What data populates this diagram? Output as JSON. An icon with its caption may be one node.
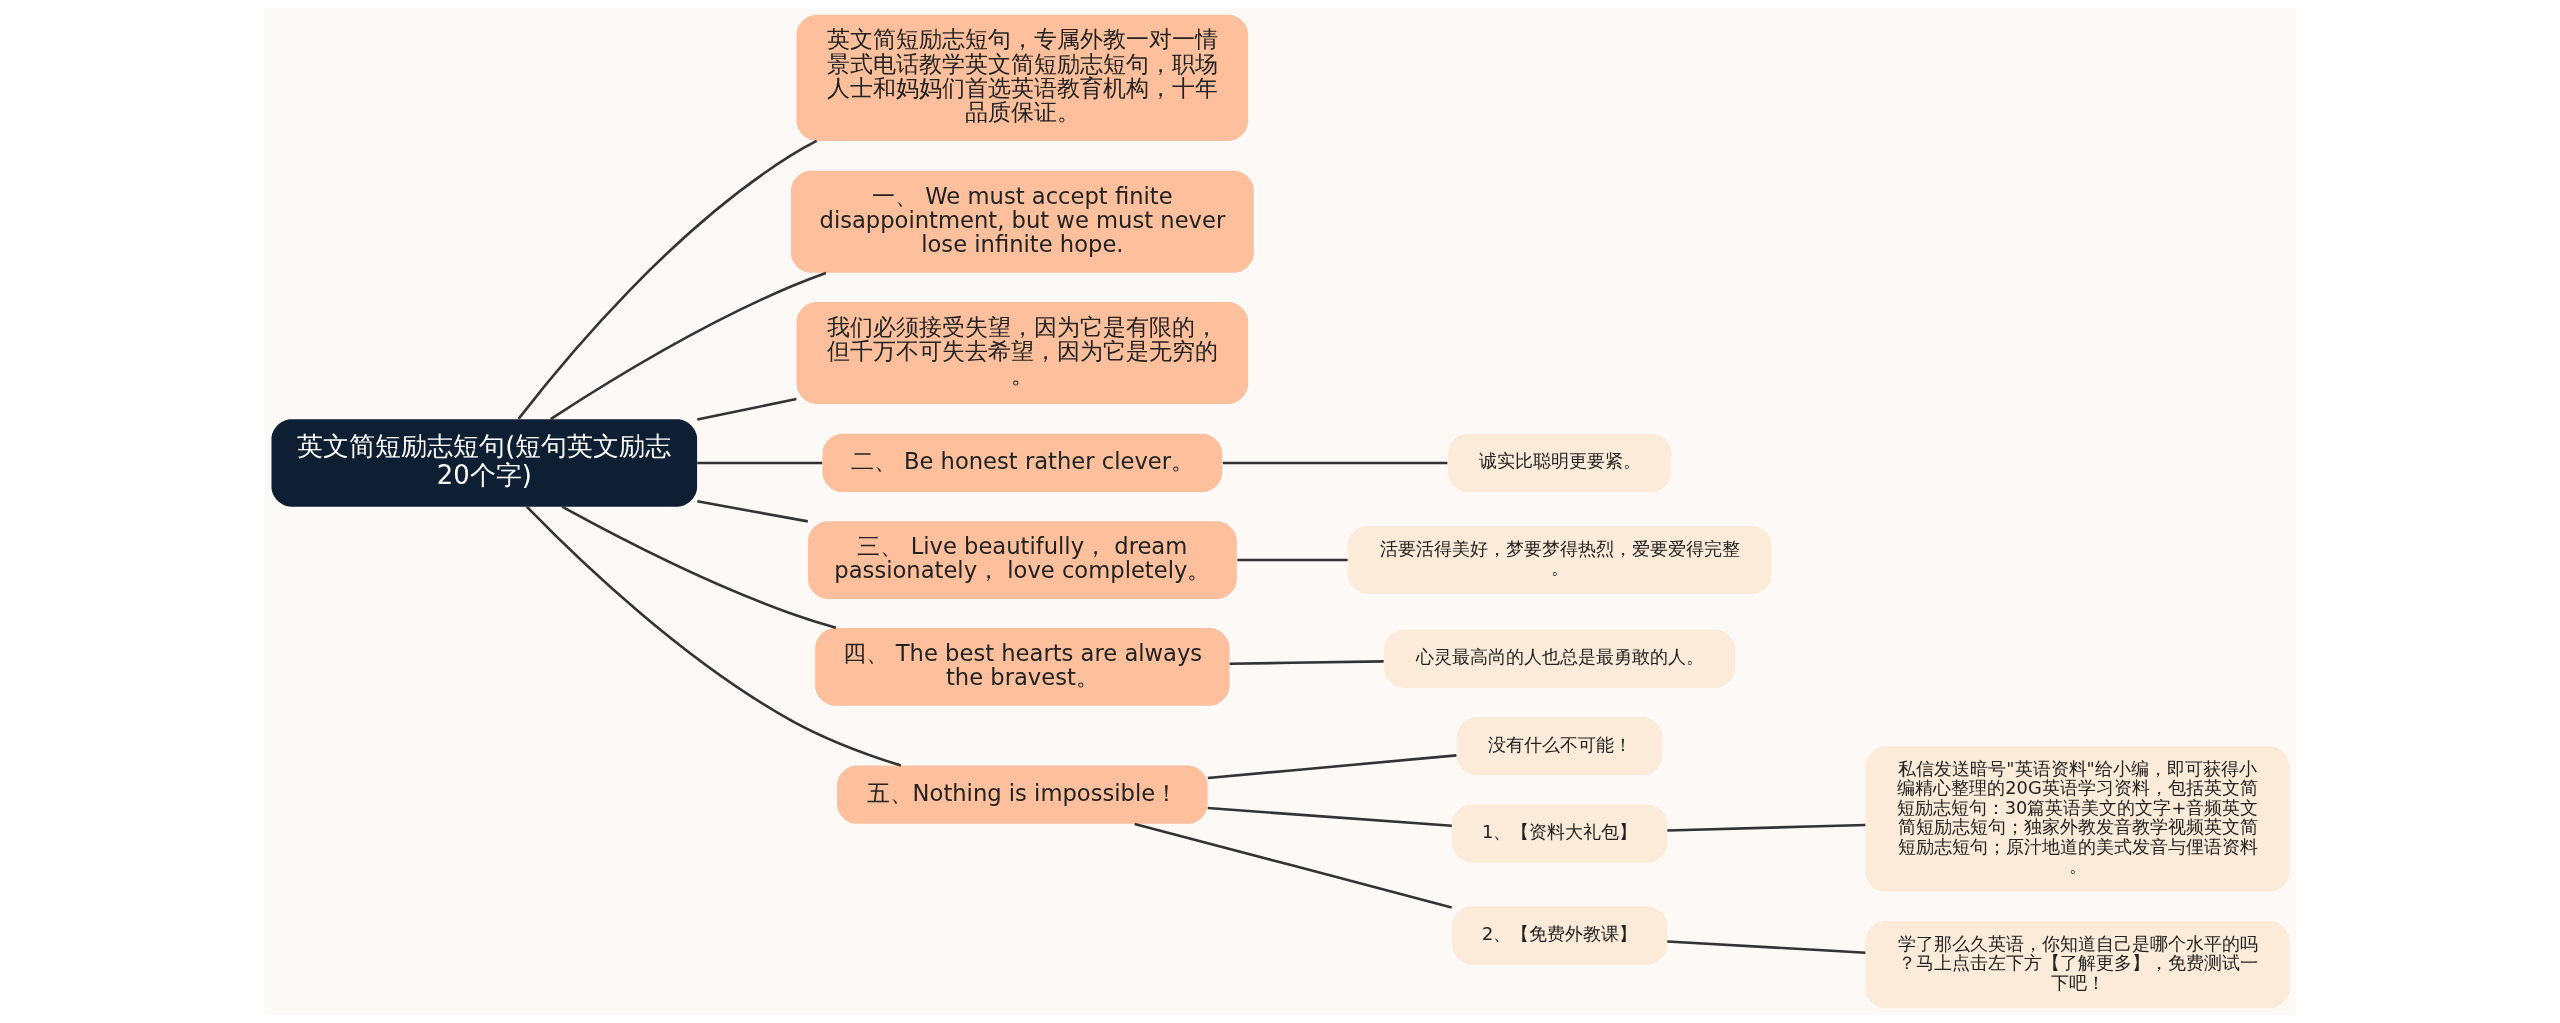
{
  "diagram": {
    "nodes": [
      {
        "text": [
          "英文简短励志短句(短句英文励志20个字)"
        ]
      },
      {
        "text": [
          "英文简短励志短句，专属外教一对一情景式电话教学英文简短励志短句，职场人士和妈妈们首选英语教育机构，十年品质保证。"
        ]
      },
      {
        "text": [
          "一、 We must accept finite disappointment, but we must never lose infinite hope."
        ]
      },
      {
        "text": [
          "我们必须接受失望，因为它是有限的，但千万不可失去希望，因为它是无穷的。"
        ]
      },
      {
        "text": [
          "二、 Be honest rather clever。"
        ]
      },
      {
        "text": [
          "诚实比聪明更要紧。"
        ]
      },
      {
        "text": [
          "三、 Live beautifully， dream passionately， love completely。"
        ]
      },
      {
        "text": [
          "活要活得美好，梦要梦得热烈，爱要爱得完整。"
        ]
      },
      {
        "text": [
          "四、 The best hearts are always the bravest。"
        ]
      },
      {
        "text": [
          "心灵最高尚的人也总是最勇敢的人。"
        ]
      },
      {
        "text": [
          "五、Nothing is impossible！"
        ]
      },
      {
        "text": [
          "没有什么不可能！"
        ]
      },
      {
        "text": [
          "1、【资料大礼包】"
        ]
      },
      {
        "text": [
          "私信发送暗号\"英语资料\"给小编，即可获得小编精心整理的20G英语学习资料，包括英文简短励志短句：30篇英语美文的文字+音频英文简短励志短句；独家外教发音教学视频英文简短励志短句；原汁地道的美式发音与俚语资料。"
        ]
      },
      {
        "text": [
          "2、【免费外教课】"
        ]
      },
      {
        "text": [
          "学了那么久英语，你知道自己是哪个水平的吗？马上点击左下方【了解更多】，免费测试一下吧！"
        ]
      }
    ],
    "edges": [
      {
        "from": 0,
        "to": 1,
        "arrow": "none"
      },
      {
        "from": 0,
        "to": 2,
        "arrow": "none"
      },
      {
        "from": 0,
        "to": 3,
        "arrow": "none"
      },
      {
        "from": 0,
        "to": 4,
        "arrow": "none"
      },
      {
        "from": 4,
        "to": 5,
        "arrow": "none"
      },
      {
        "from": 0,
        "to": 6,
        "arrow": "none"
      },
      {
        "from": 6,
        "to": 7,
        "arrow": "none"
      },
      {
        "from": 0,
        "to": 8,
        "arrow": "none"
      },
      {
        "from": 8,
        "to": 9,
        "arrow": "none"
      },
      {
        "from": 0,
        "to": 10,
        "arrow": "none"
      },
      {
        "from": 10,
        "to": 11,
        "arrow": "none"
      },
      {
        "from": 10,
        "to": 12,
        "arrow": "none"
      },
      {
        "from": 12,
        "to": 13,
        "arrow": "none"
      },
      {
        "from": 10,
        "to": 14,
        "arrow": "none"
      },
      {
        "from": 14,
        "to": 15,
        "arrow": "none"
      }
    ]
  }
}
